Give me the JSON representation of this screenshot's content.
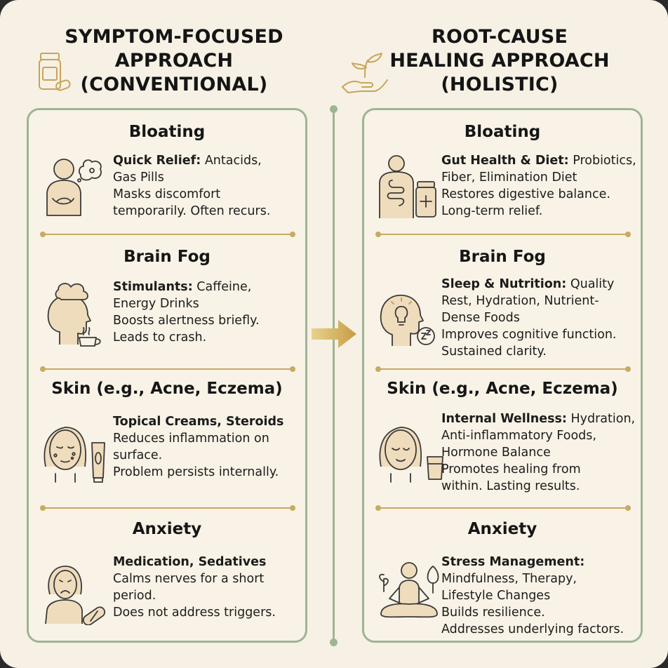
{
  "left": {
    "title_lines": [
      "SYMPTOM-FOCUSED",
      "APPROACH",
      "(CONVENTIONAL)"
    ],
    "header_icon": "pill-bottle-icon",
    "sections": [
      {
        "title": "Bloating",
        "icon": "person-bloated-icon",
        "lines": [
          {
            "bold": "Quick Relief:",
            "text": " Antacids,"
          },
          {
            "bold": "",
            "text": "Gas Pills"
          },
          {
            "bold": "",
            "text": "Masks discomfort"
          },
          {
            "bold": "",
            "text": "temporarily. Often recurs."
          }
        ]
      },
      {
        "title": "Brain Fog",
        "icon": "head-cloud-coffee-icon",
        "lines": [
          {
            "bold": "Stimulants:",
            "text": " Caffeine,"
          },
          {
            "bold": "",
            "text": "Energy Drinks"
          },
          {
            "bold": "",
            "text": "Boosts alertness briefly."
          },
          {
            "bold": "",
            "text": "Leads to crash."
          }
        ]
      },
      {
        "title": "Skin (e.g., Acne, Eczema)",
        "icon": "face-cream-tube-icon",
        "lines": [
          {
            "bold": "Topical Creams, Steroids",
            "text": ""
          },
          {
            "bold": "",
            "text": "Reduces inflammation on"
          },
          {
            "bold": "",
            "text": "surface."
          },
          {
            "bold": "",
            "text": "Problem persists internally."
          }
        ]
      },
      {
        "title": "Anxiety",
        "icon": "worried-woman-pill-icon",
        "lines": [
          {
            "bold": "Medication, Sedatives",
            "text": ""
          },
          {
            "bold": "",
            "text": "Calms nerves for a short"
          },
          {
            "bold": "",
            "text": "period."
          },
          {
            "bold": "",
            "text": "Does not address triggers."
          }
        ]
      }
    ]
  },
  "right": {
    "title_lines": [
      "ROOT-CAUSE",
      "HEALING APPROACH",
      "(HOLISTIC)"
    ],
    "header_icon": "hand-sprout-icon",
    "sections": [
      {
        "title": "Bloating",
        "icon": "gut-supplement-icon",
        "lines": [
          {
            "bold": "Gut Health & Diet:",
            "text": " Probiotics,"
          },
          {
            "bold": "",
            "text": "Fiber, Elimination Diet"
          },
          {
            "bold": "",
            "text": "Restores digestive balance."
          },
          {
            "bold": "",
            "text": "Long-term relief."
          }
        ]
      },
      {
        "title": "Brain Fog",
        "icon": "head-lightbulb-sleep-icon",
        "lines": [
          {
            "bold": "Sleep & Nutrition:",
            "text": " Quality"
          },
          {
            "bold": "",
            "text": "Rest, Hydration, Nutrient-"
          },
          {
            "bold": "",
            "text": "Dense Foods"
          },
          {
            "bold": "",
            "text": "Improves cognitive function."
          },
          {
            "bold": "",
            "text": "Sustained clarity."
          }
        ]
      },
      {
        "title": "Skin (e.g., Acne, Eczema)",
        "icon": "calm-face-water-icon",
        "lines": [
          {
            "bold": "Internal Wellness:",
            "text": " Hydration,"
          },
          {
            "bold": "",
            "text": "Anti-inflammatory Foods,"
          },
          {
            "bold": "",
            "text": "Hormone Balance"
          },
          {
            "bold": "",
            "text": "Promotes healing from"
          },
          {
            "bold": "",
            "text": "within. Lasting results."
          }
        ]
      },
      {
        "title": "Anxiety",
        "icon": "meditating-person-icon",
        "lines": [
          {
            "bold": "Stress Management:",
            "text": ""
          },
          {
            "bold": "",
            "text": "Mindfulness, Therapy,"
          },
          {
            "bold": "",
            "text": "Lifestyle Changes"
          },
          {
            "bold": "",
            "text": "Builds resilience."
          },
          {
            "bold": "",
            "text": "Addresses underlying factors."
          }
        ]
      }
    ]
  },
  "colors": {
    "background": "#f6f1e4",
    "panel_border": "#9eb495",
    "divider_gold": "#c9a964",
    "arrow_gold": "#d8b867",
    "text": "#161616"
  },
  "center_icon": "arrow-right-icon"
}
